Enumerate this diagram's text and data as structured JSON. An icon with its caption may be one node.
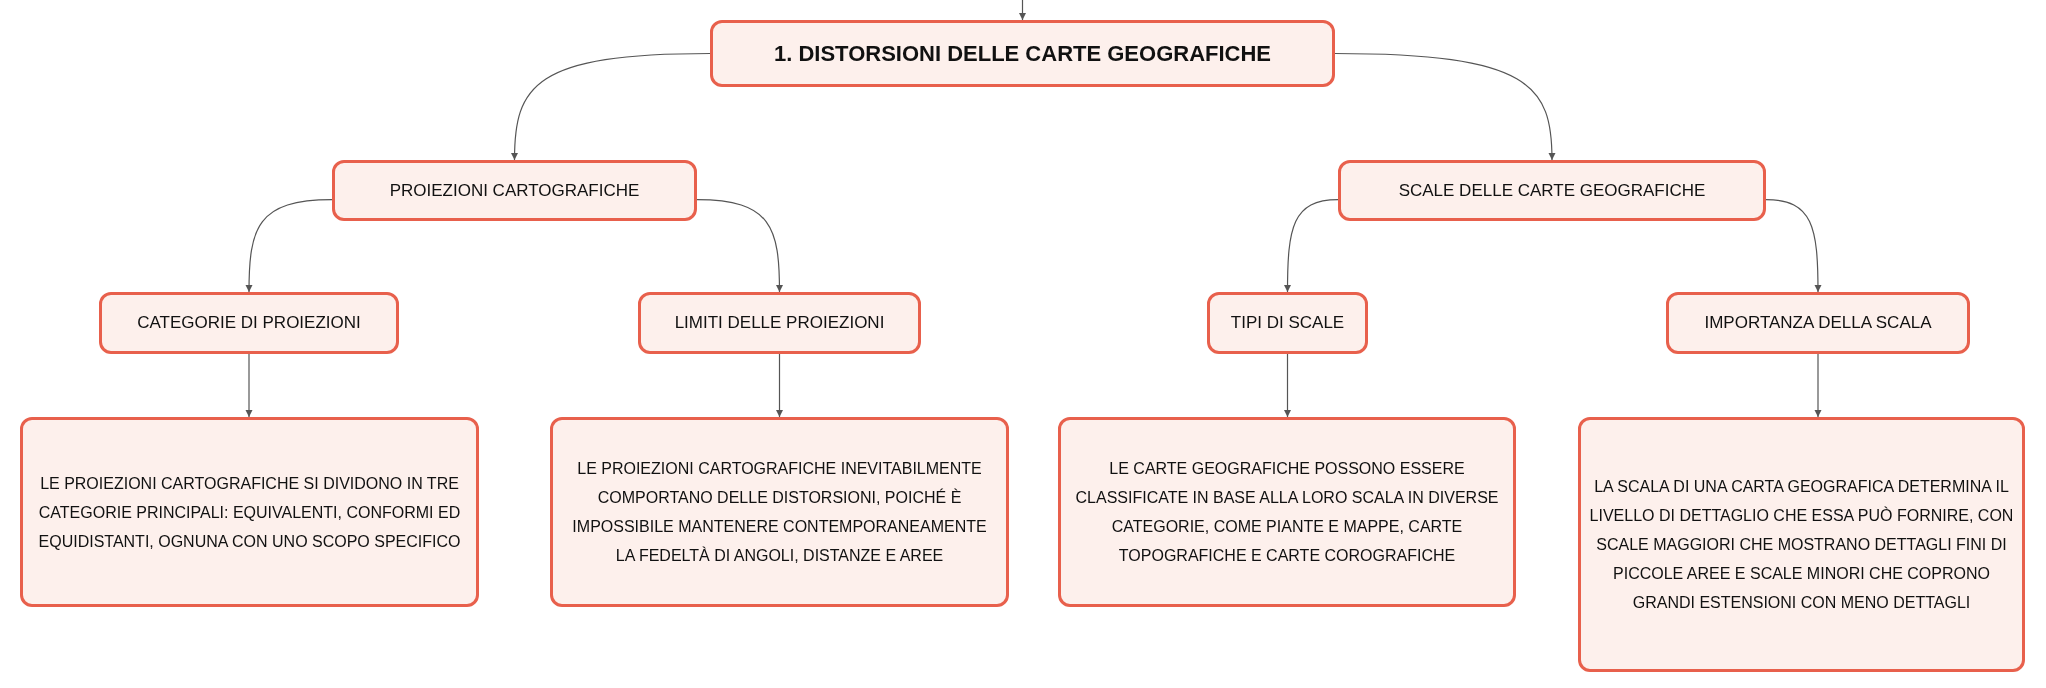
{
  "diagram": {
    "nodes": [
      {
        "text": [
          "1. DISTORSIONI DELLE CARTE GEOGRAFICHE"
        ]
      },
      {
        "text": [
          "PROIEZIONI CARTOGRAFICHE"
        ]
      },
      {
        "text": [
          "SCALE DELLE CARTE GEOGRAFICHE"
        ]
      },
      {
        "text": [
          "CATEGORIE DI PROIEZIONI"
        ]
      },
      {
        "text": [
          "LIMITI DELLE PROIEZIONI"
        ]
      },
      {
        "text": [
          "TIPI DI SCALE"
        ]
      },
      {
        "text": [
          "IMPORTANZA DELLA SCALA"
        ]
      },
      {
        "text": [
          "LE PROIEZIONI CARTOGRAFICHE SI DIVIDONO IN TRE CATEGORIE PRINCIPALI: EQUIVALENTI, CONFORMI ED EQUIDISTANTI, OGNUNA CON UNO SCOPO SPECIFICO"
        ]
      },
      {
        "text": [
          "LE PROIEZIONI CARTOGRAFICHE INEVITABILMENTE COMPORTANO DELLE DISTORSIONI, POICHÉ È IMPOSSIBILE MANTENERE CONTEMPORANEAMENTE LA FEDELTÀ DI ANGOLI, DISTANZE E AREE"
        ]
      },
      {
        "text": [
          "LE CARTE GEOGRAFICHE POSSONO ESSERE CLASSIFICATE IN BASE ALLA LORO SCALA IN DIVERSE CATEGORIE, COME PIANTE E MAPPE, CARTE TOPOGRAFICHE E CARTE COROGRAFICHE"
        ]
      },
      {
        "text": [
          "LA SCALA DI UNA CARTA GEOGRAFICA DETERMINA IL LIVELLO DI DETTAGLIO CHE ESSA PUÒ FORNIRE, CON SCALE MAGGIORI CHE MOSTRANO DETTAGLI FINI DI PICCOLE AREE E SCALE MINORI CHE COPRONO GRANDI ESTENSIONI CON MENO DETTAGLI"
        ]
      }
    ],
    "edges": [
      {
        "from": null,
        "to": 0,
        "arrow": "to"
      },
      {
        "from": 0,
        "to": 1,
        "arrow": "to"
      },
      {
        "from": 0,
        "to": 2,
        "arrow": "to"
      },
      {
        "from": 1,
        "to": 3,
        "arrow": "to"
      },
      {
        "from": 1,
        "to": 4,
        "arrow": "to"
      },
      {
        "from": 2,
        "to": 5,
        "arrow": "to"
      },
      {
        "from": 2,
        "to": 6,
        "arrow": "to"
      },
      {
        "from": 3,
        "to": 7,
        "arrow": "to"
      },
      {
        "from": 4,
        "to": 8,
        "arrow": "to"
      },
      {
        "from": 5,
        "to": 9,
        "arrow": "to"
      },
      {
        "from": 6,
        "to": 10,
        "arrow": "to"
      }
    ]
  }
}
